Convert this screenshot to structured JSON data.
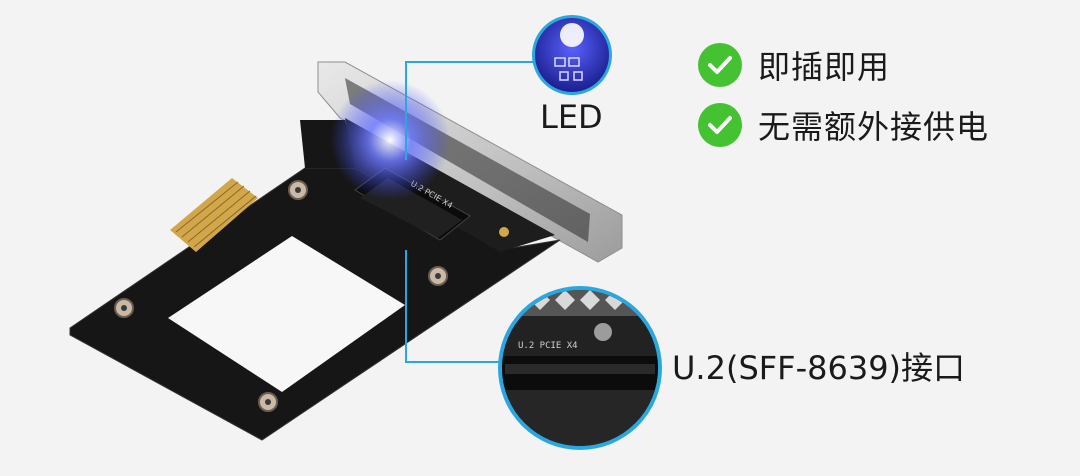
{
  "features": [
    {
      "text": "即插即用",
      "icon": "check-circle-icon"
    },
    {
      "text": "无需额外接供电",
      "icon": "check-circle-icon"
    }
  ],
  "callouts": {
    "led_label": "LED",
    "port_label": "U.2(SFF-8639)接口"
  },
  "board_silk": {
    "slot_text": "U.2 PCIE X4",
    "zoom_text": "U.2  PCIE  X4"
  },
  "colors": {
    "background": "#f3f3f3",
    "check_green": "#44c232",
    "callout_line": "#2aa7e0",
    "led_glow": "#3b48ff",
    "pcb": "#161616",
    "gold_finger": "#d2a64a"
  }
}
